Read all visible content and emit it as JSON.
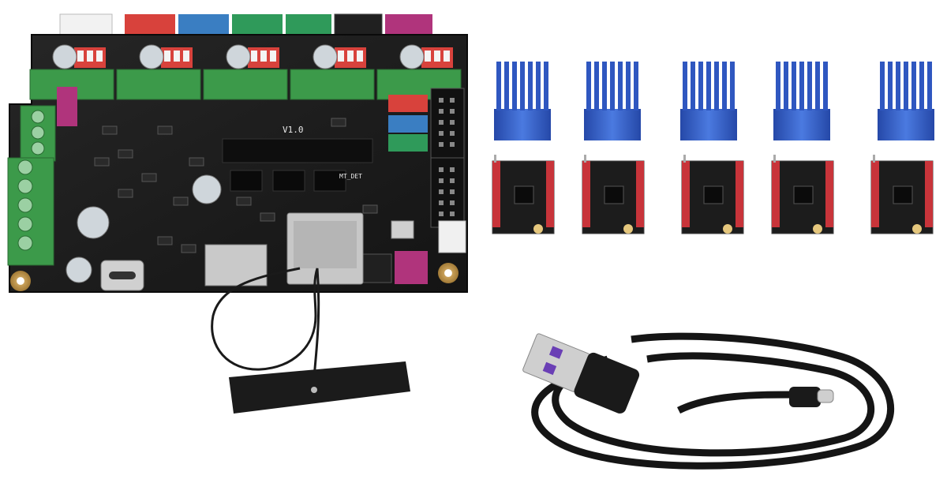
{
  "board": {
    "version_label": "V1.0",
    "mt_det_label": "MT_DET"
  },
  "colors": {
    "background": "#ffffff",
    "pcb": "#1c1c1c",
    "terminal_green": "#3c9a4a",
    "connector_red": "#d8423c",
    "connector_blue": "#3a7ec2",
    "connector_green": "#2f9a5a",
    "connector_magenta": "#b0347c",
    "heatsink_blue": "#2f57c0",
    "driver_red": "#c8343a",
    "cable_black": "#151515",
    "usb_logo_purple": "#6a3fb5"
  },
  "items": {
    "heatsink_count": 5,
    "driver_count": 5
  }
}
